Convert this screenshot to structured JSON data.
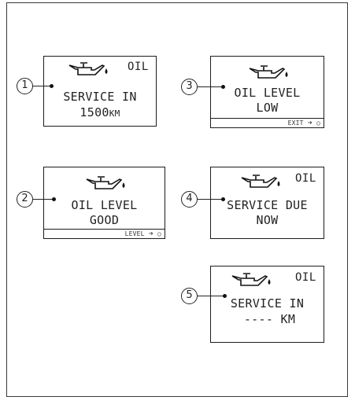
{
  "oil_label": "OIL",
  "panels": [
    {
      "number": "1",
      "line1": "SERVICE IN",
      "line2_value": "1500",
      "line2_unit": "KM",
      "footer": ""
    },
    {
      "number": "2",
      "line1": "OIL LEVEL",
      "line2": "GOOD",
      "footer": "LEVEL"
    },
    {
      "number": "3",
      "line1": "OIL LEVEL",
      "line2": "LOW",
      "footer": "EXIT"
    },
    {
      "number": "4",
      "line1": "SERVICE DUE",
      "line2": "NOW",
      "footer": ""
    },
    {
      "number": "5",
      "line1": "SERVICE IN",
      "line2": "---- KM",
      "footer": ""
    }
  ],
  "icons": {
    "oil_can": "oil-can-icon",
    "arrow": "arrow-right-icon",
    "button": "button-circle-icon"
  }
}
